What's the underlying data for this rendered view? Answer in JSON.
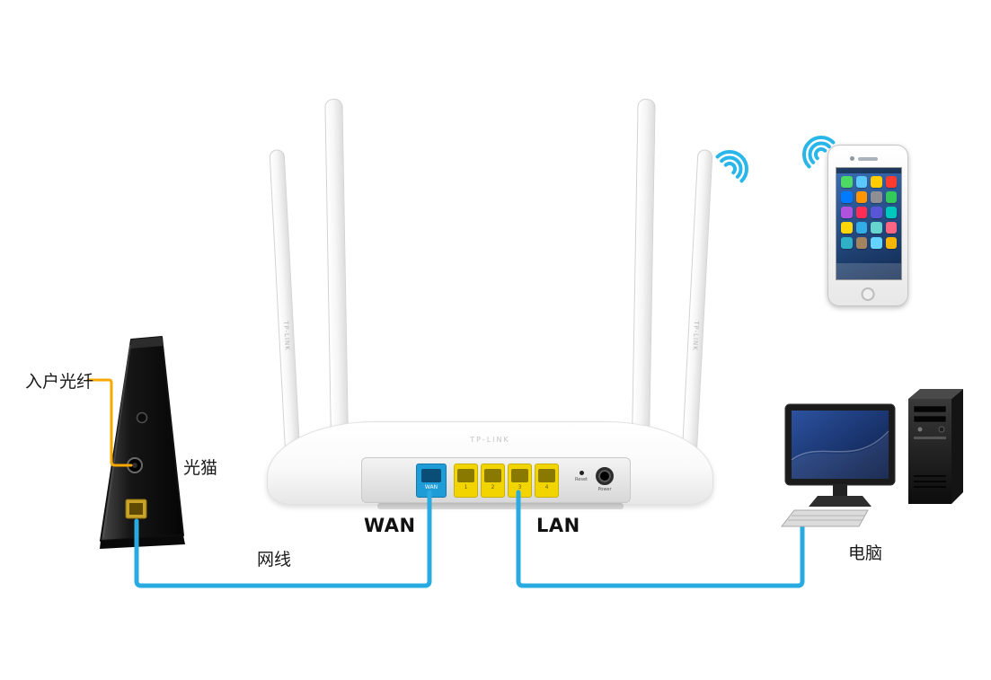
{
  "diagram": {
    "labels": {
      "fiber_in": "入户光纤",
      "modem": "光猫",
      "wan": "WAN",
      "lan": "LAN",
      "cable": "网线",
      "computer": "电脑"
    },
    "router": {
      "brand": "TP-LINK",
      "panel": {
        "wan_port_label": "WAN",
        "lan_port_labels": [
          "1",
          "2",
          "3",
          "4"
        ],
        "reset_label": "Reset",
        "power_label": "Power"
      }
    },
    "colors": {
      "cable_blue": "#29abe2",
      "cable_yellow": "#f7a800",
      "wifi_blue": "#29b6e8",
      "wan_port_blue": "#1e9cd7",
      "lan_port_yellow": "#f2d500"
    },
    "phone": {
      "app_icon_colors": [
        "#4cd964",
        "#5ac8fa",
        "#ffcc00",
        "#ff3b30",
        "#007aff",
        "#ff9500",
        "#8e8e93",
        "#34c759",
        "#af52de",
        "#ff2d55",
        "#5856d6",
        "#00c7be",
        "#ffd60a",
        "#32ade6",
        "#66d4cf",
        "#ff6482",
        "#30b0c7",
        "#a2845e",
        "#64d2ff",
        "#f7b500"
      ]
    }
  }
}
